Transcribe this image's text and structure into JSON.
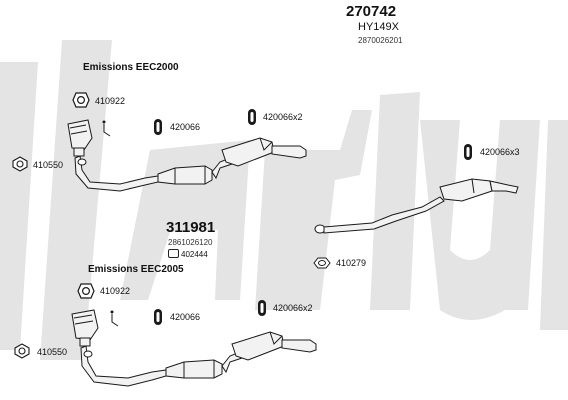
{
  "header": {
    "code": "270742",
    "model": "HY149X",
    "reference": "2870026201"
  },
  "watermark": {
    "text": "Klarius",
    "color": "#e4e4e4"
  },
  "top_section": {
    "title": "Emissions EEC2000",
    "parts": {
      "gasket": "410922",
      "clamp": "420066",
      "mount_rear": "420066x2",
      "flange": "410550"
    }
  },
  "right_section": {
    "parts": {
      "mount": "420066x3",
      "ring": "410279"
    }
  },
  "middle": {
    "code": "311981",
    "reference": "2861026120",
    "kit": "402444"
  },
  "bottom_section": {
    "title": "Emissions EEC2005",
    "parts": {
      "gasket": "410922",
      "clamp": "420066",
      "mount_rear": "420066x2",
      "flange": "410550"
    }
  },
  "colors": {
    "line": "#1a1a1a",
    "pipe_fill": "#f2f2f2",
    "watermark": "#e4e4e4"
  }
}
